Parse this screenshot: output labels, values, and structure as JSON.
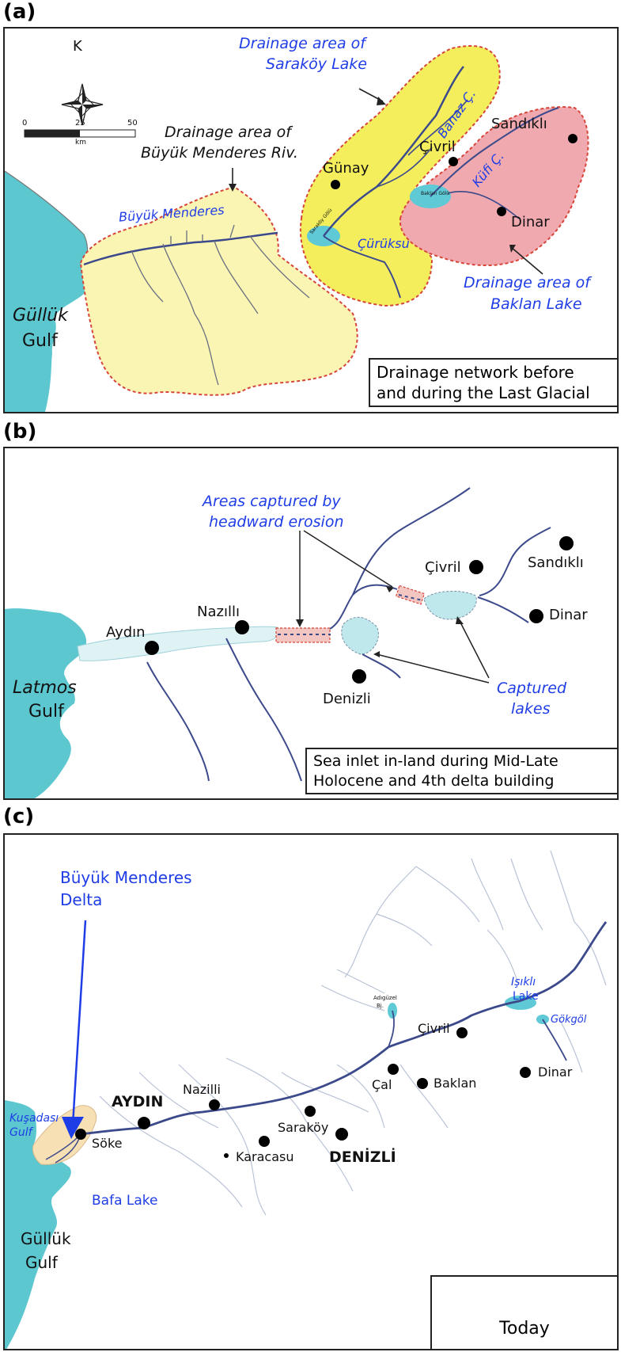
{
  "panels": {
    "a": {
      "label": "(a)",
      "compass_letter": "K",
      "scale": {
        "ticks": [
          "0",
          "25",
          "50"
        ],
        "unit": "km"
      },
      "annotations": {
        "buyuk_area": [
          "Drainage area of",
          "Büyük Menderes Riv."
        ],
        "saraköy_area": [
          "Drainage area of",
          "Saraköy Lake"
        ],
        "baklan_area": [
          "Drainage area of",
          "Baklan Lake"
        ]
      },
      "rivers": {
        "buyuk": "Büyük Menderes",
        "banaz": "Banaz Ç.",
        "kufi": "Küfi Ç.",
        "churuksu": "Çürüksu"
      },
      "places": {
        "gunay": "Günay",
        "civril": "Çivril",
        "sandikli": "Sandıklı",
        "dinar": "Dinar"
      },
      "lake_small_labels": {
        "sarakoy": "Saraköy Gölü",
        "baklan": "Baklan Gölü"
      },
      "sea": [
        "Güllük",
        "Gulf"
      ],
      "caption": [
        "Drainage network before",
        "and during the Last Glacial"
      ]
    },
    "b": {
      "label": "(b)",
      "annotations": {
        "captured_areas": [
          "Areas captured by",
          "headward erosion"
        ],
        "captured_lakes": [
          "Captured",
          "lakes"
        ]
      },
      "places": {
        "aydin": "Aydın",
        "nazilli": "Nazıllı",
        "denizli": "Denizli",
        "civril": "Çivril",
        "sandikli": "Sandıklı",
        "dinar": "Dinar"
      },
      "sea": [
        "Latmos",
        "Gulf"
      ],
      "caption": [
        "Sea inlet in-land during Mid-Late",
        "Holocene and 4th delta building"
      ]
    },
    "c": {
      "label": "(c)",
      "delta": [
        "Büyük Menderes",
        "Delta"
      ],
      "places": {
        "aydin": "AYDIN",
        "nazilli": "Nazilli",
        "soke": "Söke",
        "karacasu": "Karacasu",
        "sarakoy": "Saraköy",
        "denizli": "DENİZLİ",
        "cal": "Çal",
        "baklan": "Baklan",
        "civril": "Çivril",
        "dinar": "Dinar"
      },
      "water": {
        "kusadasi": [
          "Kuşadası",
          "Gulf"
        ],
        "bafa": "Bafa Lake",
        "isikli": [
          "Işıklı",
          "Lake"
        ],
        "gokgol": "Gökgöl",
        "adiguzel": [
          "Adıgüzel",
          "Bj."
        ]
      },
      "sea": [
        "Güllük",
        "Gulf"
      ],
      "caption": "Today"
    }
  }
}
